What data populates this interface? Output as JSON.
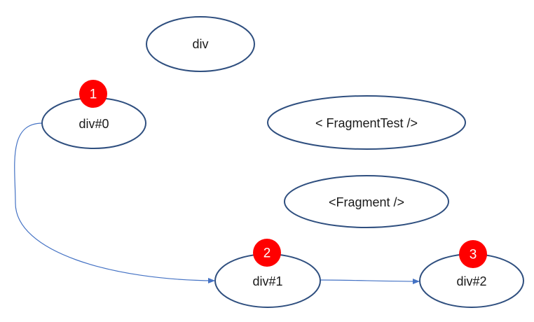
{
  "colors": {
    "node_stroke": "#2F4F7F",
    "node_fill": "#FFFFFF",
    "edge": "#4472C4",
    "badge_fill": "#FF0000",
    "badge_text": "#FFFFFF",
    "label_text": "#1A1A1A"
  },
  "nodes": {
    "div_root": {
      "label": "div"
    },
    "div0": {
      "label": "div#0"
    },
    "fragment_test": {
      "label": "< FragmentTest />"
    },
    "fragment": {
      "label": "<Fragment />"
    },
    "div1": {
      "label": "div#1"
    },
    "div2": {
      "label": "div#2"
    }
  },
  "badges": {
    "b1": {
      "label": "1"
    },
    "b2": {
      "label": "2"
    },
    "b3": {
      "label": "3"
    }
  },
  "edges": [
    {
      "from": "div0",
      "to": "div1"
    },
    {
      "from": "div1",
      "to": "div2"
    }
  ]
}
